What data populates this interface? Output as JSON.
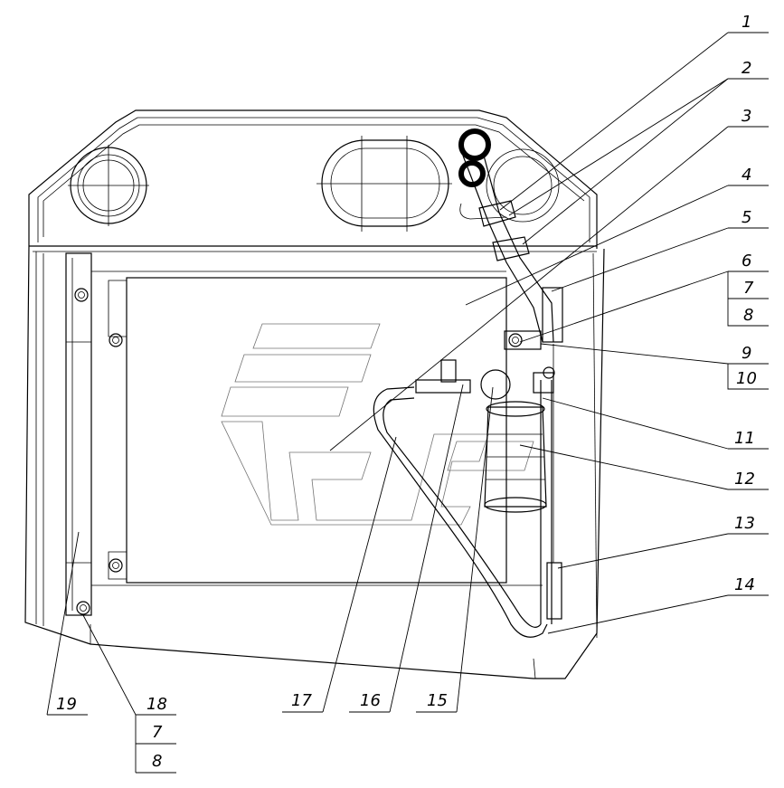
{
  "labels": {
    "l1": "1",
    "l2": "2",
    "l3": "3",
    "l4": "4",
    "l5": "5",
    "l6": "6",
    "l7a": "7",
    "l8a": "8",
    "l9": "9",
    "l10": "10",
    "l11": "11",
    "l12": "12",
    "l13": "13",
    "l14": "14",
    "l15": "15",
    "l16": "16",
    "l17": "17",
    "l18": "18",
    "l7b": "7",
    "l8b": "8",
    "l19": "19"
  }
}
